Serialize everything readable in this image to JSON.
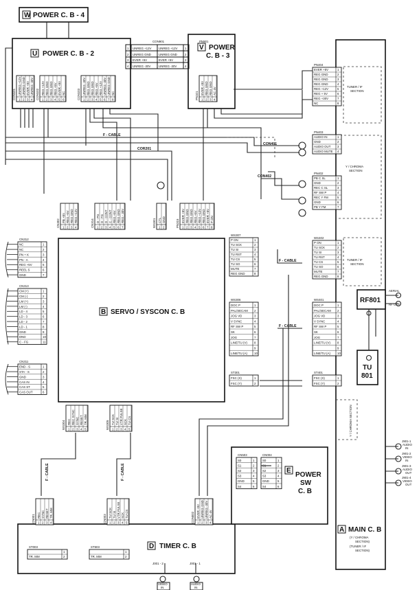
{
  "boards": {
    "w": {
      "letter": "W",
      "title": "POWER   C. B - 4"
    },
    "u": {
      "letter": "U",
      "title": "POWER   C. B - 2"
    },
    "v": {
      "letter": "V",
      "title": "POWER",
      "title2": "C. B - 3"
    },
    "b": {
      "letter": "B",
      "title": "SERVO / SYSCON   C.  B"
    },
    "d": {
      "letter": "D",
      "title": "TIMER   C. B"
    },
    "e": {
      "letter": "E",
      "title": "POWER",
      "title2": "SW",
      "title3": "C.  B"
    },
    "a": {
      "letter": "A",
      "title": "MAIN  C.  B",
      "note1": "(Y / CHROMA",
      "note2": "SECTION)",
      "note3": "(TUNER / IF",
      "note4": "SECTION)"
    }
  },
  "sections": {
    "tuner_if": {
      "l1": "TUNER / IF",
      "l2": "SECTION"
    },
    "y_chroma": {
      "l1": "Y / CHROMA",
      "l2": "SECTION"
    },
    "tuner_if2": {
      "l1": "TUNER / IF",
      "l2": "SECTION"
    },
    "y_chroma_v": "Y / CHROMA SECTION"
  },
  "connectors": {
    "con901": {
      "name": "CON901",
      "rows": [
        {
          "n": "1",
          "a": "UNREG +12V",
          "b": "UNREG +12V"
        },
        {
          "n": "2",
          "a": "UNREG GND",
          "b": "UNREG GND"
        },
        {
          "n": "3",
          "a": "EVER +5V",
          "b": "EVER +5V"
        },
        {
          "n": "4",
          "a": "UNREG -30V",
          "b": "UNREG -30V"
        }
      ]
    },
    "pn901": {
      "name": "PN901"
    },
    "con101": {
      "name": "CON101",
      "pins": [
        "UNREG +12V",
        "UNREG GND",
        "EVER +5V",
        "UNREG -30V"
      ]
    },
    "con102": {
      "name": "CON102",
      "pins": [
        "REG +12V",
        "REG GND",
        "REG GND",
        "REG +5V",
        "EVER +5V",
        "NC"
      ]
    },
    "con103": {
      "name": "CON103",
      "pins": [
        "UNREG -30V",
        "REG GND",
        "REG GND",
        "REG +5V",
        "REG +12V",
        "UNREG -30V",
        "UNREG GND",
        "NC"
      ]
    },
    "pn101": {
      "name": "PN101",
      "pins": [
        "EVER +5V",
        "REG GND",
        "REG GND",
        "AC 4V"
      ]
    },
    "pn404": {
      "name": "PN404",
      "rows": [
        {
          "n": "1",
          "t": "EVER +5V"
        },
        {
          "n": "2",
          "t": "REG GND"
        },
        {
          "n": "3",
          "t": "REG GND"
        },
        {
          "n": "4",
          "t": "REG GND"
        },
        {
          "n": "5",
          "t": "REG +12V"
        },
        {
          "n": "6",
          "t": "REG + 5V"
        },
        {
          "n": "7",
          "t": "REG +30V"
        },
        {
          "n": "8",
          "t": "NC"
        }
      ]
    },
    "pn403": {
      "name": "PN403",
      "rows": [
        {
          "n": "1",
          "t": "AUDIO IN"
        },
        {
          "n": "2",
          "t": "GND"
        },
        {
          "n": "3",
          "t": "AUDIO OUT"
        },
        {
          "n": "4",
          "t": "AUDIO MUTE"
        }
      ]
    },
    "con401": {
      "name": "CON401"
    },
    "pn402": {
      "name": "PN402",
      "rows": [
        {
          "n": "1",
          "t": "PB C SL"
        },
        {
          "n": "2",
          "t": "GND"
        },
        {
          "n": "3",
          "t": "REC C SL"
        },
        {
          "n": "4",
          "t": "RF SW P"
        },
        {
          "n": "5",
          "t": "REC Y FM"
        },
        {
          "n": "6",
          "t": "GND"
        },
        {
          "n": "7",
          "t": "PB Y FM"
        }
      ]
    },
    "con402": {
      "name": "CON402"
    },
    "ws402": {
      "name": "WS402",
      "rows": [
        {
          "n": "1",
          "t": "P ON"
        },
        {
          "n": "2",
          "t": "TU SCK"
        },
        {
          "n": "3",
          "t": "TU SI"
        },
        {
          "n": "4",
          "t": "TU RST"
        },
        {
          "n": "5",
          "t": "TU CS"
        },
        {
          "n": "6",
          "t": "TU SO"
        },
        {
          "n": "7",
          "t": "MUTE"
        },
        {
          "n": "8",
          "t": "REG GND"
        }
      ]
    },
    "ws401": {
      "name": "WS401",
      "rows": [
        {
          "n": "1",
          "t": "DOC P"
        },
        {
          "n": "2",
          "t": "PAL/SECAM"
        },
        {
          "n": "3",
          "t": "JOG VD"
        },
        {
          "n": "4",
          "t": "V SYNC"
        },
        {
          "n": "5",
          "t": "RF SW P"
        },
        {
          "n": "6",
          "t": "SK"
        },
        {
          "n": "7",
          "t": "JOG"
        },
        {
          "n": "8",
          "t": "LINE/TU (V)"
        },
        {
          "n": "9",
          "t": ""
        },
        {
          "n": "10",
          "t": "LINE/TU (A)"
        }
      ]
    },
    "st401": {
      "name": "ST401",
      "rows": [
        {
          "n": "1",
          "t": "FSC (X)"
        },
        {
          "n": "2",
          "t": "FSC (Y)"
        }
      ]
    },
    "ws307": {
      "name": "WS307",
      "rows": [
        {
          "n": "1",
          "t": "P ON"
        },
        {
          "n": "2",
          "t": "TU SCK"
        },
        {
          "n": "3",
          "t": "TU SI"
        },
        {
          "n": "4",
          "t": "TU RST"
        },
        {
          "n": "5",
          "t": "TU CS"
        },
        {
          "n": "6",
          "t": "TU SO"
        },
        {
          "n": "7",
          "t": "MUTE"
        },
        {
          "n": "8",
          "t": "REG GND"
        }
      ]
    },
    "ws306": {
      "name": "WS306",
      "rows": [
        {
          "n": "1",
          "t": "DOC P"
        },
        {
          "n": "2",
          "t": "PAL/SECAM"
        },
        {
          "n": "3",
          "t": "JOG VD"
        },
        {
          "n": "4",
          "t": "V SYNC"
        },
        {
          "n": "5",
          "t": "RF SW P"
        },
        {
          "n": "6",
          "t": "SK"
        },
        {
          "n": "7",
          "t": "JOG"
        },
        {
          "n": "8",
          "t": "LINE/TU (V)"
        },
        {
          "n": "9",
          "t": ""
        },
        {
          "n": "10",
          "t": "LINE/TU (A)"
        }
      ]
    },
    "st301": {
      "name": "ST301",
      "rows": [
        {
          "n": "1",
          "t": "FSC (X)"
        },
        {
          "n": "2",
          "t": "FSC (Y)"
        }
      ]
    },
    "cn312": {
      "name": "CN312",
      "rows": [
        {
          "n": "1",
          "t": "NC"
        },
        {
          "n": "2",
          "t": "NC"
        },
        {
          "n": "3",
          "t": "PN + K"
        },
        {
          "n": "4",
          "t": "PN - A"
        },
        {
          "n": "5",
          "t": "REG +5V"
        },
        {
          "n": "6",
          "t": "REEL S"
        },
        {
          "n": "7",
          "t": "GND"
        }
      ]
    },
    "cn313": {
      "name": "CN313",
      "rows": [
        {
          "n": "1",
          "t": "CM (+)"
        },
        {
          "n": "2",
          "t": "CM (-)"
        },
        {
          "n": "3",
          "t": "LM (+)"
        },
        {
          "n": "4",
          "t": "LM (-)"
        },
        {
          "n": "5",
          "t": "LD - 4"
        },
        {
          "n": "6",
          "t": "LD - 3"
        },
        {
          "n": "7",
          "t": "LD - 2"
        },
        {
          "n": "8",
          "t": "LD - 1"
        },
        {
          "n": "9",
          "t": "GND"
        },
        {
          "n": "10",
          "t": "DND"
        },
        {
          "n": "11",
          "t": "C - FG"
        }
      ]
    },
    "cn311": {
      "name": "CN311",
      "rows": [
        {
          "n": "1",
          "t": "END - S"
        },
        {
          "n": "2",
          "t": "STA - S"
        },
        {
          "n": "3",
          "t": "GND"
        },
        {
          "n": "4",
          "t": "CAS IN"
        },
        {
          "n": "5",
          "t": "CAS ST"
        },
        {
          "n": "6",
          "t": "CAS OUT"
        }
      ]
    },
    "cn302": {
      "name": "CN302",
      "pins": [
        "PB +5V",
        "REG +5V",
        "REG GND",
        "REG +12V"
      ]
    },
    "cn314": {
      "name": "CN314",
      "pins": [
        "D - PG",
        "D - FG",
        "D - CONT",
        "C - CONT",
        "REG +5V",
        "REG GND",
        "REG - 30V"
      ]
    },
    "ws301": {
      "name": "WS301",
      "pins": [
        "CTL",
        "GND"
      ]
    },
    "pn315": {
      "name": "PN315",
      "pins": [
        "EVER +5V",
        "REG GND",
        "REG GND",
        "REG +5V",
        "REG +12V",
        "REG GND",
        "EVER +5V",
        "P ON"
      ]
    },
    "ws304": {
      "name": "WS304",
      "pins": [
        "REC",
        "REC SYNC",
        "SYNC",
        "RESET",
        "TR. MM"
      ]
    },
    "ws305": {
      "name": "WS305",
      "pins": [
        "TU SCK",
        "TU SI",
        "VTR PULSE",
        "SCK",
        "TU CS"
      ]
    },
    "cn001": {
      "name": "CN001",
      "pins": [
        "REC",
        "SYNC",
        "RESET",
        "TR. MM"
      ]
    },
    "cn003": {
      "name": "CN003",
      "pins": [
        "TU SCK",
        "TU SI",
        "VTR PULSE",
        "SCK",
        "TU CS"
      ]
    },
    "con002": {
      "name": "CON002",
      "pins": [
        "EVER +5V",
        "UNREG GND",
        "UNREG -30V",
        "AC 4V"
      ]
    },
    "cn503": {
      "name": "CN503",
      "rows": [
        {
          "n": "1",
          "t": "S0"
        },
        {
          "n": "2",
          "t": "S1"
        },
        {
          "n": "3",
          "t": "S2"
        },
        {
          "n": "4",
          "t": "S3"
        },
        {
          "n": "5",
          "t": "GND"
        },
        {
          "n": "6",
          "t": "S4"
        }
      ]
    },
    "cn004": {
      "name": "CN004",
      "rows": [
        {
          "n": "1",
          "t": "S0"
        },
        {
          "n": "2",
          "t": "S1"
        },
        {
          "n": "3",
          "t": "S2"
        },
        {
          "n": "4",
          "t": "S3"
        },
        {
          "n": "5",
          "t": "GND"
        },
        {
          "n": "6",
          "t": "S4"
        }
      ]
    },
    "st003": {
      "name": "ST003",
      "rows": [
        {
          "n": "1",
          "t": ""
        },
        {
          "n": "2",
          "t": "TR. MM"
        }
      ]
    },
    "st503": {
      "name": "ST503",
      "rows": [
        {
          "n": "1",
          "t": ""
        },
        {
          "n": "2",
          "t": "TR. MM"
        }
      ]
    }
  },
  "cables": {
    "fcable": "F - CABLE",
    "cor201": "COR201",
    "con401": "CON401",
    "con402": "CON402"
  },
  "parts": {
    "rf801": "RF801",
    "aerial": "AERIAL",
    "rfout": "RF OUT",
    "tu801_l1": "TU",
    "tu801_l2": "801"
  },
  "jacks": {
    "j001": {
      "name": "J001 - 2",
      "label1": "VIDEO",
      "label2": "IN"
    },
    "j002": {
      "name": "J001 - 1",
      "label1": "AUDIO",
      "label2": "IN"
    },
    "j_side": [
      {
        "name": "J901-1",
        "label1": "AUDIO",
        "label2": "IN"
      },
      {
        "name": "J901-2",
        "label1": "VIDEO",
        "label2": "IN"
      },
      {
        "name": "J901-3",
        "label1": "AUDIO",
        "label2": "OUT"
      },
      {
        "name": "J901-4",
        "label1": "VIDEO",
        "label2": "OUT"
      }
    ]
  }
}
